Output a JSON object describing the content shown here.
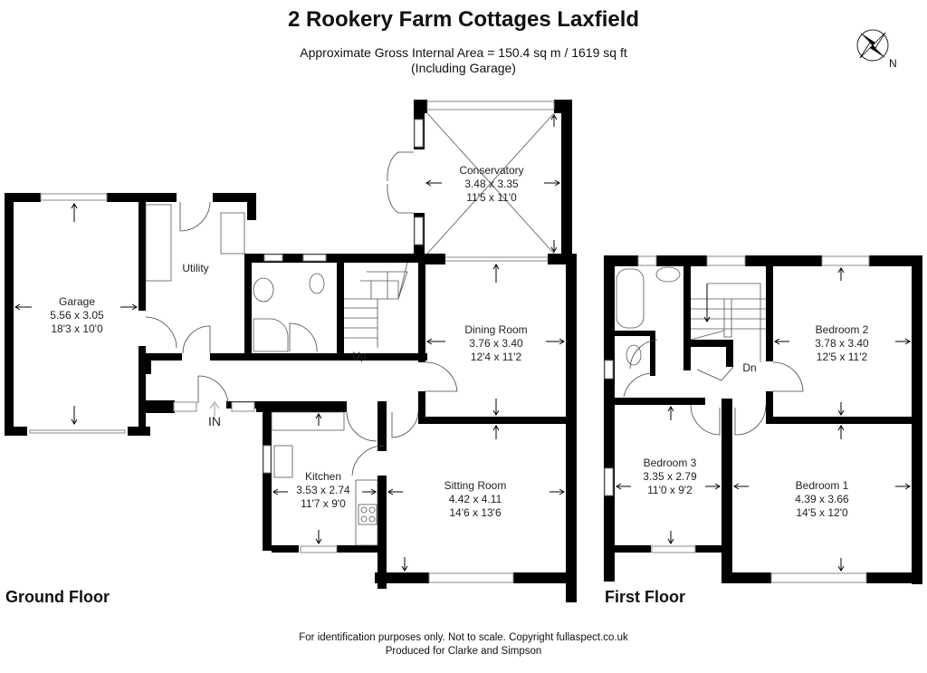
{
  "header": {
    "title": "2 Rookery Farm Cottages Laxfield",
    "area_line": "Approximate Gross Internal Area = 150.4 sq m / 1619 sq ft",
    "area_note": "(Including Garage)"
  },
  "compass": {
    "icon": "compass-rose-icon",
    "label": "N"
  },
  "ground_floor": {
    "label": "Ground Floor",
    "entrance_label": "IN",
    "stairs_label": "Up",
    "rooms": {
      "garage": {
        "name": "Garage",
        "metric": "5.56 x 3.05",
        "imperial": "18'3 x 10'0"
      },
      "utility": {
        "name": "Utility"
      },
      "conservatory": {
        "name": "Conservatory",
        "metric": "3.48 x 3.35",
        "imperial": "11'5 x 11'0"
      },
      "dining": {
        "name": "Dining Room",
        "metric": "3.76 x 3.40",
        "imperial": "12'4 x 11'2"
      },
      "kitchen": {
        "name": "Kitchen",
        "metric": "3.53 x 2.74",
        "imperial": "11'7 x 9'0"
      },
      "sitting": {
        "name": "Sitting Room",
        "metric": "4.42 x 4.11",
        "imperial": "14'6 x 13'6"
      }
    }
  },
  "first_floor": {
    "label": "First Floor",
    "stairs_label": "Dn",
    "rooms": {
      "bedroom2": {
        "name": "Bedroom 2",
        "metric": "3.78 x 3.40",
        "imperial": "12'5 x 11'2"
      },
      "bedroom3": {
        "name": "Bedroom 3",
        "metric": "3.35 x 2.79",
        "imperial": "11'0 x 9'2"
      },
      "bedroom1": {
        "name": "Bedroom 1",
        "metric": "4.39 x 3.66",
        "imperial": "14'5 x 12'0"
      }
    }
  },
  "footer": {
    "line1": "For identification purposes only. Not to scale. Copyright fullaspect.co.uk",
    "line2": "Produced for Clarke and Simpson"
  }
}
